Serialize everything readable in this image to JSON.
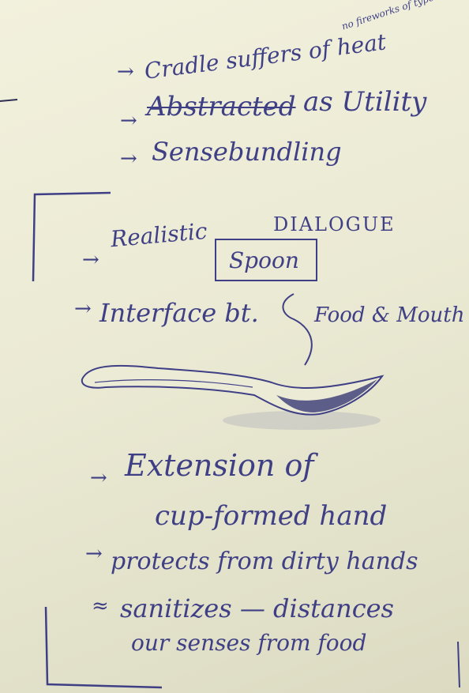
{
  "notes": {
    "corner_note": "no fireworks of types",
    "line1": "Cradle suffers of heat",
    "line2_struck": "Abstracted",
    "line2_rest": "as Utility",
    "line3": "Sensebundling",
    "line4_a": "Realistic",
    "line4_b": "DIALOGUE",
    "boxed_word": "Spoon",
    "line5_a": "Interface bt.",
    "line5_b": "Food & Mouth",
    "line6": "Extension of",
    "line7": "cup-formed hand",
    "line8": "protects from dirty hands",
    "line9": "sanitizes — distances",
    "line10": "our senses from food"
  },
  "marks": {
    "arrow": "→",
    "approx": "≈"
  },
  "colors": {
    "ink": "#3f3f86",
    "paper": "#ecebd6"
  }
}
